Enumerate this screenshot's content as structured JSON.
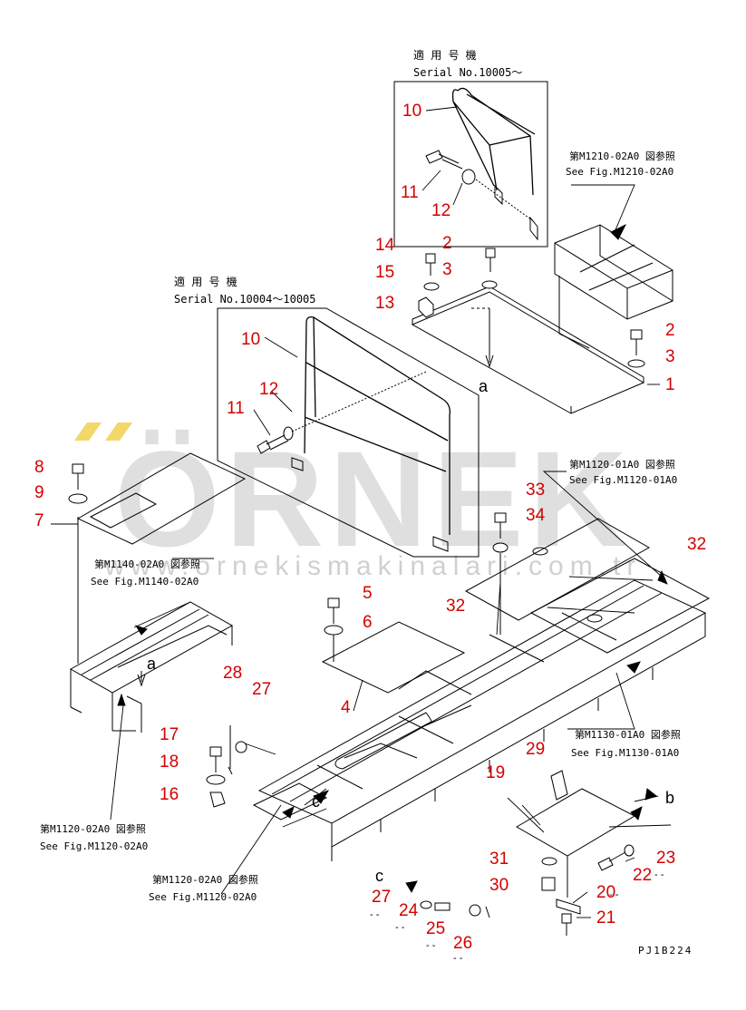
{
  "watermark": {
    "brand": "ÖRNEK",
    "url": "www.ornekismakinalari.com.tr",
    "color": "#c8c8c8",
    "accent": "#f2d76a"
  },
  "notes": {
    "serial_upper_jp": "適 用 号 機",
    "serial_upper": "Serial No.10005～",
    "serial_lower_jp": "適 用 号 機",
    "serial_lower": "Serial No.10004～10005",
    "ref_m1210_jp": "第M1210-02A0 図参照",
    "ref_m1210": "See Fig.M1210-02A0",
    "ref_m1120_01_jp": "第M1120-01A0 図参照",
    "ref_m1120_01": "See Fig.M1120-01A0",
    "ref_m1140_jp": "第M1140-02A0 図参照",
    "ref_m1140": "See Fig.M1140-02A0",
    "ref_m1130_jp": "第M1130-01A0 図参照",
    "ref_m1130": "See Fig.M1130-01A0",
    "ref_m1120_02a_jp": "第M1120-02A0 図参照",
    "ref_m1120_02a": "See Fig.M1120-02A0",
    "ref_m1120_02b_jp": "第M1120-02A0 図参照",
    "ref_m1120_02b": "See Fig.M1120-02A0",
    "drawing_code": "PJ1B224"
  },
  "view_letters": {
    "a_top": "a",
    "a_left": "a",
    "b": "b",
    "c_mid": "c",
    "c_bottom": "c"
  },
  "callouts": {
    "c10_top": "10",
    "c11_top": "11",
    "c12_top": "12",
    "c14": "14",
    "c2_a": "2",
    "c15": "15",
    "c3_a": "3",
    "c13": "13",
    "c2_b": "2",
    "c3_b": "3",
    "c1": "1",
    "c10_mid": "10",
    "c12_mid": "12",
    "c11_mid": "11",
    "c8": "8",
    "c9": "9",
    "c7": "7",
    "c33": "33",
    "c34": "34",
    "c32_a": "32",
    "c32_b": "32",
    "c5": "5",
    "c6": "6",
    "c4": "4",
    "c28": "28",
    "c27_a": "27",
    "c17": "17",
    "c18": "18",
    "c16": "16",
    "c29": "29",
    "c19": "19",
    "c31": "31",
    "c30": "30",
    "c23": "23",
    "c22": "22",
    "c20": "20",
    "c21": "21",
    "c27_b": "27",
    "c24": "24",
    "c25": "25",
    "c26": "26"
  },
  "colors": {
    "callout": "#d40000",
    "line": "#000000"
  }
}
